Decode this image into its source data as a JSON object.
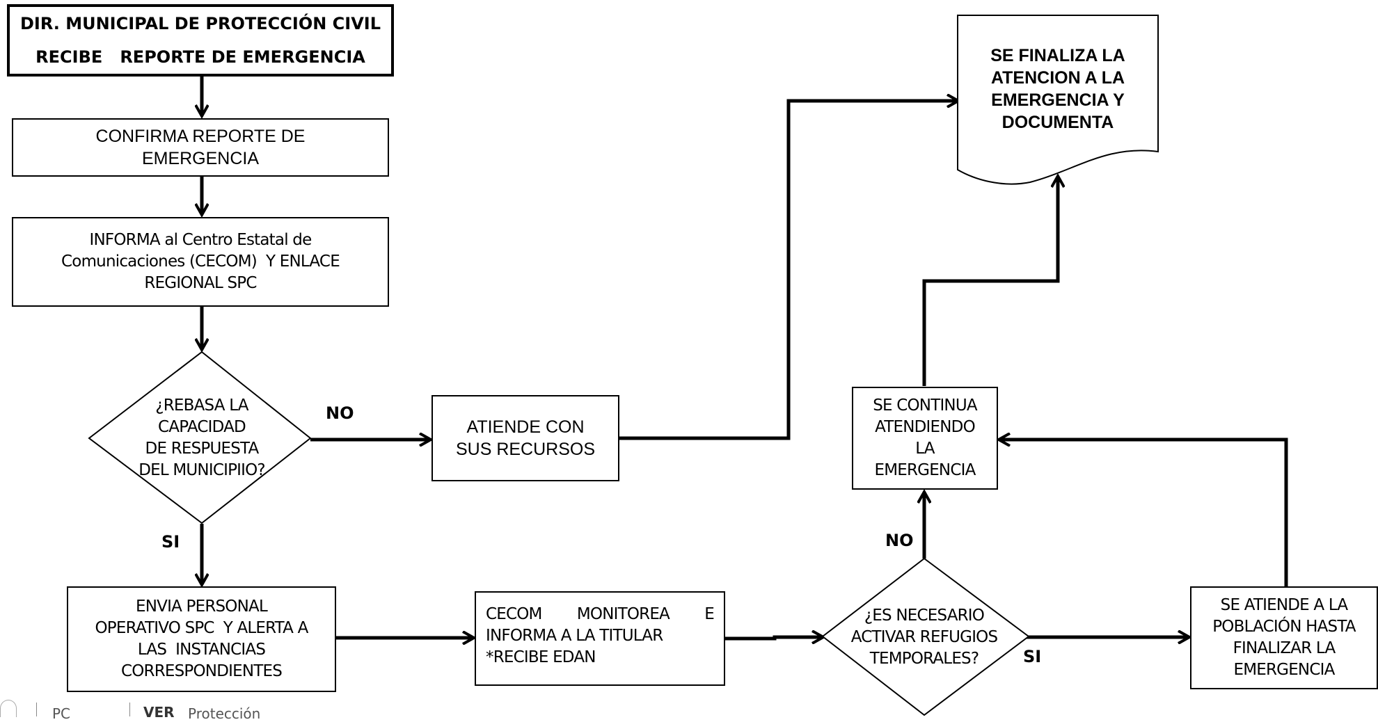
{
  "nodes": {
    "start": {
      "lines": [
        "DIR. MUNICIPAL DE PROTECCIÓN CIVIL",
        "RECIBE   REPORTE DE EMERGENCIA"
      ]
    },
    "confirm": {
      "lines": [
        "CONFIRMA REPORTE DE",
        "EMERGENCIA"
      ]
    },
    "inform": {
      "lines": [
        "INFORMA al Centro Estatal de",
        "Comunicaciones (CECOM)  Y ENLACE",
        "REGIONAL SPC"
      ]
    },
    "decision_capacity": {
      "lines": [
        "¿REBASA LA",
        "CAPACIDAD",
        "DE RESPUESTA",
        "DEL MUNICIPIIO?"
      ]
    },
    "attend_own": {
      "lines": [
        "ATIENDE CON",
        "SUS RECURSOS"
      ]
    },
    "send_personnel": {
      "lines": [
        "ENVIA PERSONAL",
        "OPERATIVO SPC  Y ALERTA A",
        "LAS  INSTANCIAS",
        "CORRESPONDIENTES"
      ]
    },
    "cecom_monitor": {
      "lines": [
        "CECOM    MONITOREA    E",
        "INFORMA  A LA TITULAR",
        "*RECIBE EDAN"
      ]
    },
    "decision_refuges": {
      "lines": [
        "¿ES NECESARIO",
        "ACTIVAR REFUGIOS",
        "TEMPORALES?"
      ]
    },
    "attend_population": {
      "lines": [
        "SE ATIENDE A LA",
        "POBLACIÓN HASTA",
        "FINALIZAR LA",
        "EMERGENCIA"
      ]
    },
    "continue": {
      "lines": [
        "SE CONTINUA",
        "ATENDIENDO",
        "LA",
        "EMERGENCIA"
      ]
    },
    "finalize": {
      "lines": [
        "SE FINALIZA LA",
        "ATENCION A LA",
        "EMERGENCIA Y",
        "DOCUMENTA"
      ]
    }
  },
  "edge_labels": {
    "capacity_no": "NO",
    "capacity_si": "SI",
    "refuges_no": "NO",
    "refuges_si": "SI"
  },
  "footer": {
    "left_text": "PC",
    "brand": "VER",
    "right_text": "Protección"
  }
}
